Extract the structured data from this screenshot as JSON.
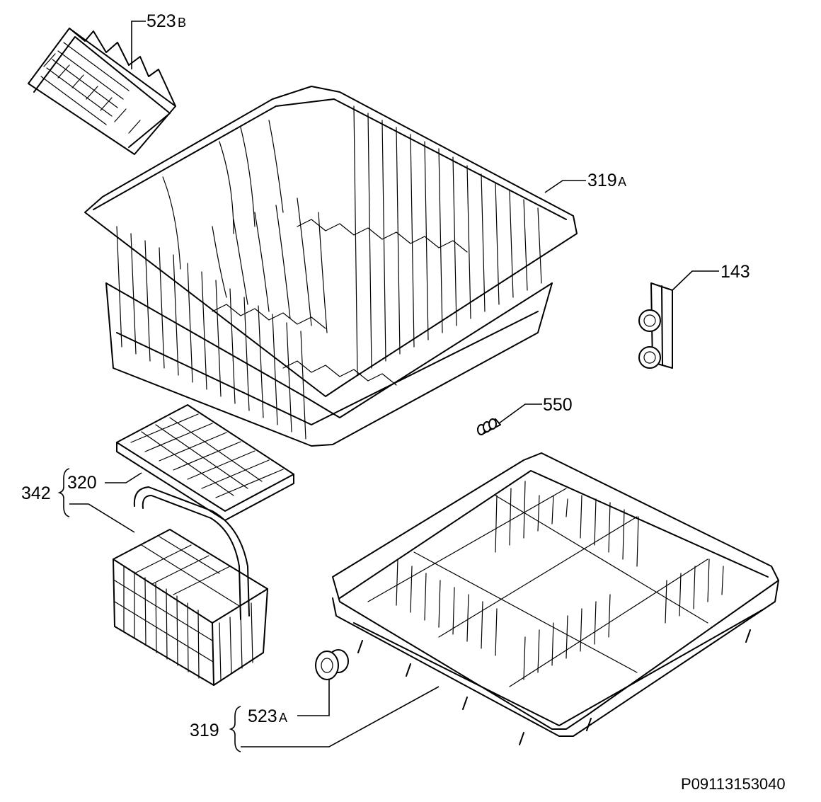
{
  "labels": {
    "p523b_num": "523",
    "p523b_suf": "B",
    "p319a_num": "319",
    "p319a_suf": "A",
    "p143": "143",
    "p550": "550",
    "p342": "342",
    "p320": "320",
    "p523a_num": "523",
    "p523a_suf": "A",
    "p319": "319"
  },
  "drawing_code": "P09113153040"
}
